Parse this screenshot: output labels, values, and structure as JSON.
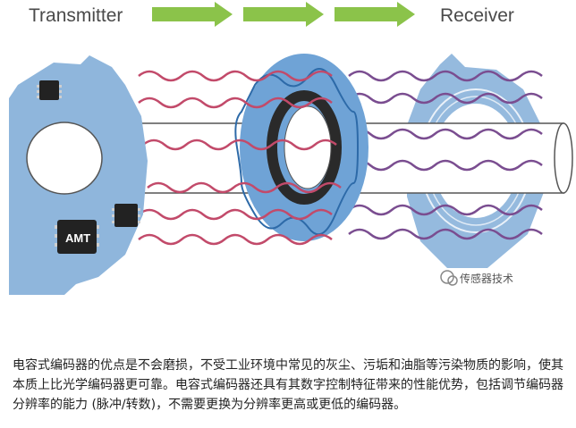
{
  "diagram": {
    "transmitter_label": "Transmitter",
    "receiver_label": "Receiver",
    "chip_label": "AMT",
    "watermark": "传感器技术"
  },
  "caption": "电容式编码器的优点是不会磨损，不受工业环境中常见的灰尘、污垢和油脂等污染物质的影响，使其本质上比光学编码器更可靠。电容式编码器还具有其数字控制特征带来的性能优势，包括调节编码器分辨率的能力 (脉冲/转数)，不需要更换为分辨率更高或更低的编码器。",
  "colors": {
    "plate": "#8fb6dc",
    "wave_tx": "#c24a6a",
    "wave_rx": "#7a4d90",
    "arrow": "#8bc34a",
    "rotor_ring": "#2a2a2a"
  }
}
